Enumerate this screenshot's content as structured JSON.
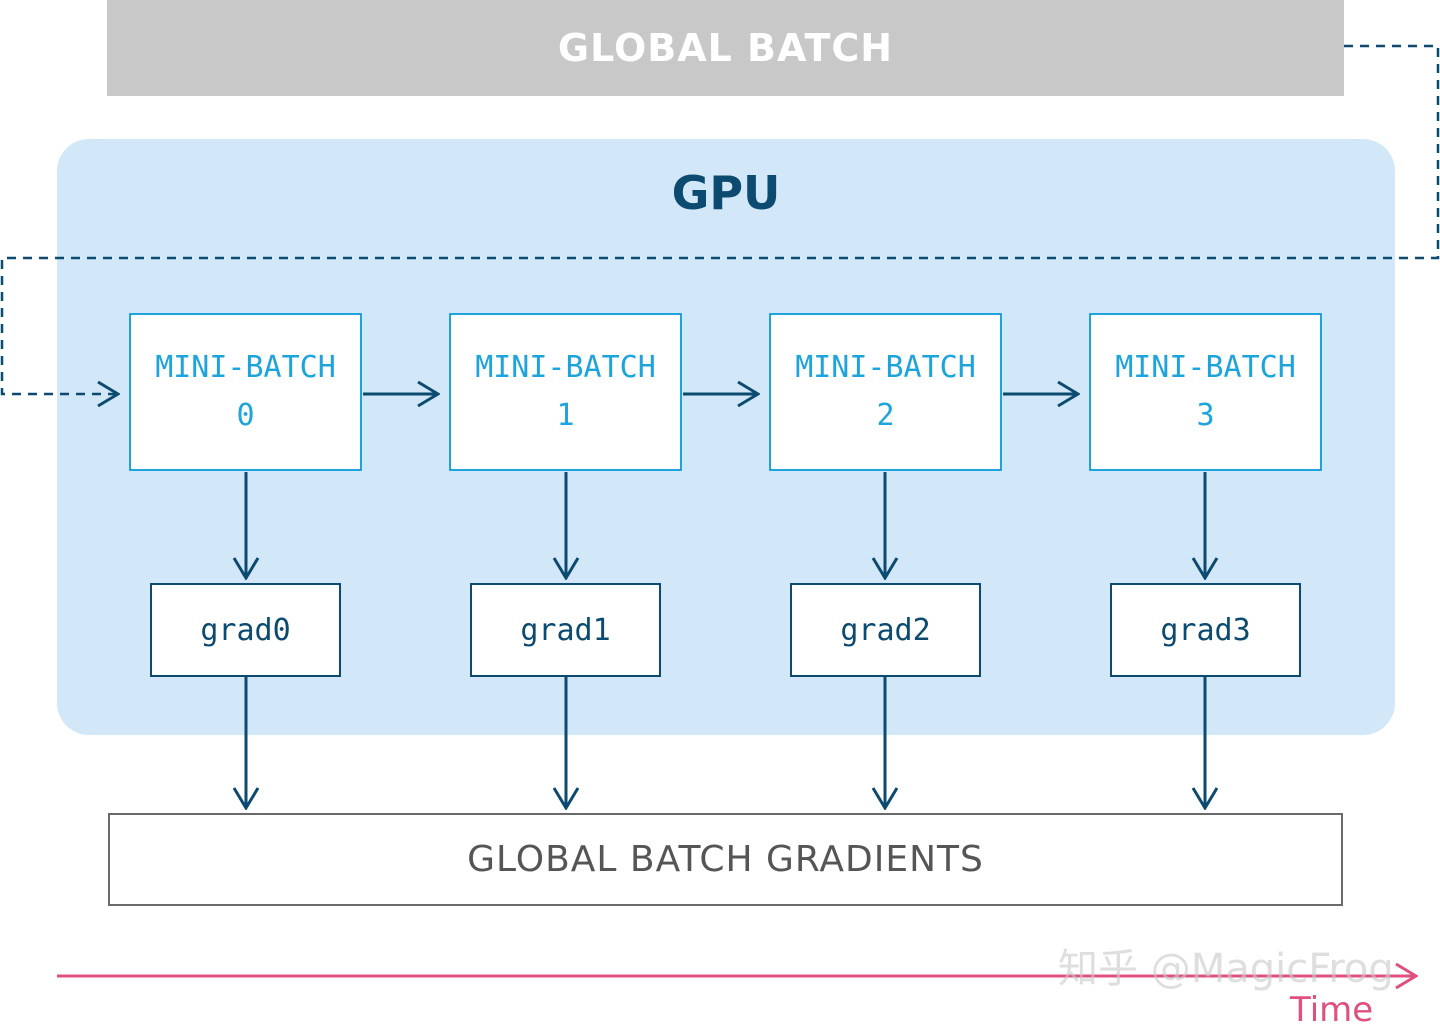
{
  "global_batch": {
    "label": "GLOBAL BATCH"
  },
  "gpu": {
    "label": "GPU"
  },
  "mini_batches": [
    {
      "title": "MINI-BATCH",
      "index": "0"
    },
    {
      "title": "MINI-BATCH",
      "index": "1"
    },
    {
      "title": "MINI-BATCH",
      "index": "2"
    },
    {
      "title": "MINI-BATCH",
      "index": "3"
    }
  ],
  "grads": [
    {
      "label": "grad0"
    },
    {
      "label": "grad1"
    },
    {
      "label": "grad2"
    },
    {
      "label": "grad3"
    }
  ],
  "global_batch_gradients": {
    "label": "GLOBAL BATCH GRADIENTS"
  },
  "timeline": {
    "label": "Time"
  },
  "watermark": {
    "text": "知乎 @MagicFrog"
  },
  "colors": {
    "global_batch_bg": "#c8c8c8",
    "gpu_panel": "#d2e8f8",
    "mini_batch": "#1da4dc",
    "dark_blue": "#0d4a70",
    "time_axis": "#e0507f"
  }
}
